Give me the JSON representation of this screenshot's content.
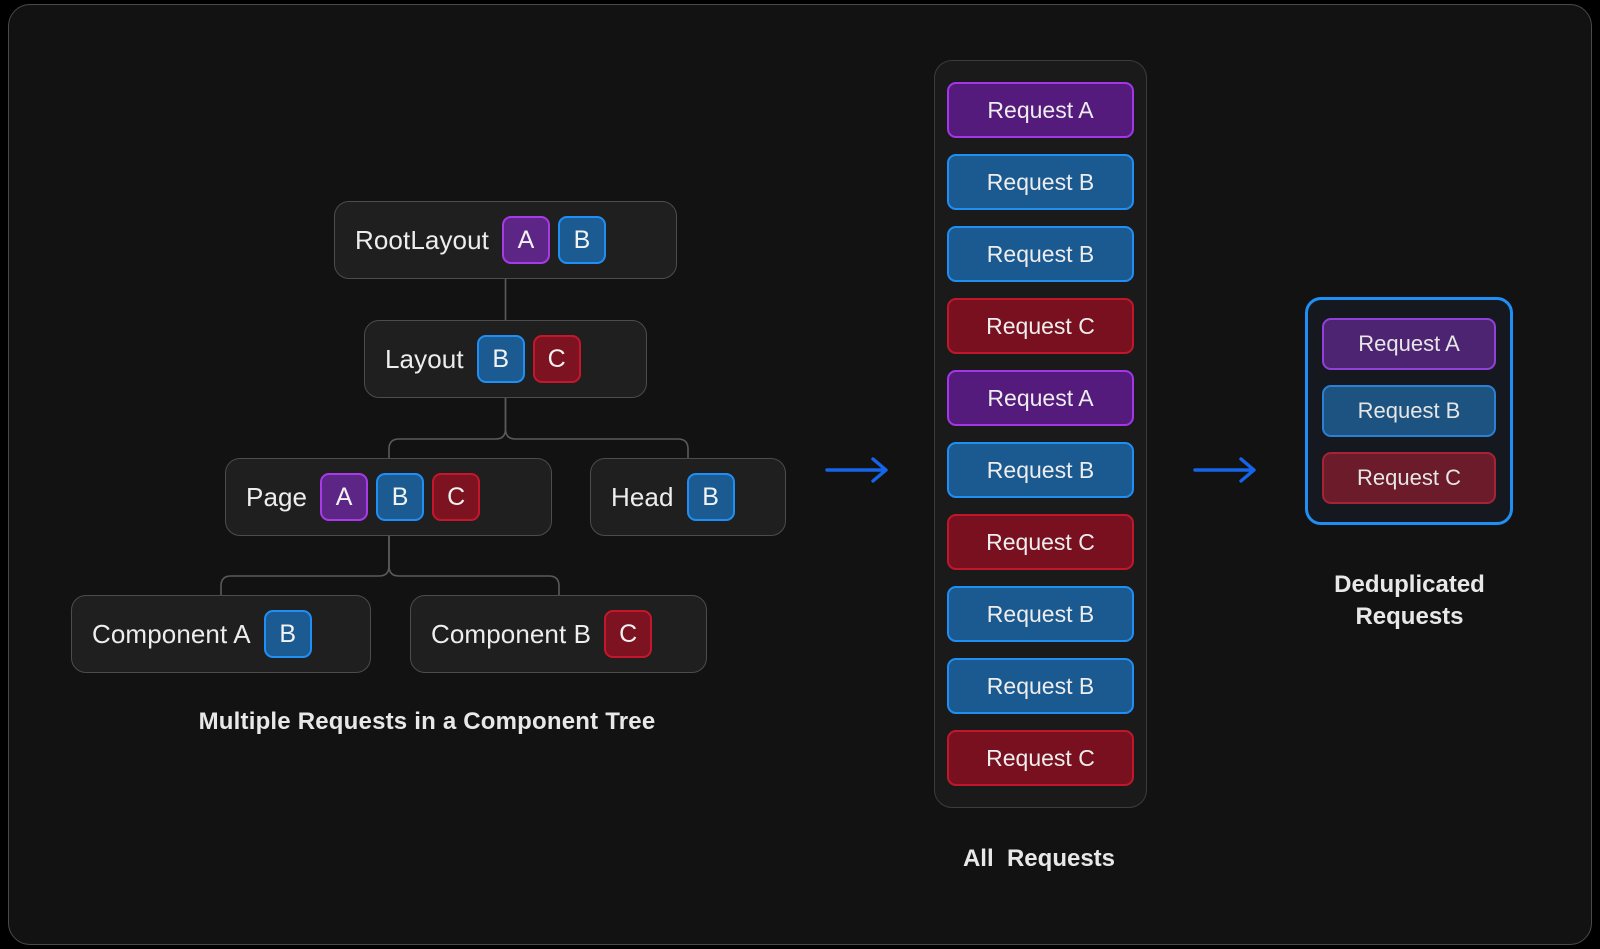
{
  "diagram": {
    "tree": {
      "caption": "Multiple Requests in a Component Tree",
      "nodes": [
        {
          "id": "rootlayout",
          "label": "RootLayout",
          "badges": [
            "A",
            "B"
          ]
        },
        {
          "id": "layout",
          "label": "Layout",
          "badges": [
            "B",
            "C"
          ]
        },
        {
          "id": "page",
          "label": "Page",
          "badges": [
            "A",
            "B",
            "C"
          ]
        },
        {
          "id": "head",
          "label": "Head",
          "badges": [
            "B"
          ]
        },
        {
          "id": "componenta",
          "label": "Component A",
          "badges": [
            "B"
          ]
        },
        {
          "id": "componentb",
          "label": "Component B",
          "badges": [
            "C"
          ]
        }
      ]
    },
    "arrows": [
      {
        "id": "arrow-1",
        "name": "arrow-right-icon"
      },
      {
        "id": "arrow-2",
        "name": "arrow-right-icon"
      }
    ],
    "all_requests": {
      "caption": "All  Requests",
      "items": [
        {
          "label": "Request A",
          "kind": "a"
        },
        {
          "label": "Request B",
          "kind": "b"
        },
        {
          "label": "Request B",
          "kind": "b"
        },
        {
          "label": "Request C",
          "kind": "c"
        },
        {
          "label": "Request A",
          "kind": "a"
        },
        {
          "label": "Request B",
          "kind": "b"
        },
        {
          "label": "Request C",
          "kind": "c"
        },
        {
          "label": "Request B",
          "kind": "b"
        },
        {
          "label": "Request B",
          "kind": "b"
        },
        {
          "label": "Request C",
          "kind": "c"
        }
      ]
    },
    "deduplicated": {
      "caption_line1": "Deduplicated",
      "caption_line2": "Requests",
      "items": [
        {
          "label": "Request A",
          "kind": "a"
        },
        {
          "label": "Request B",
          "kind": "b"
        },
        {
          "label": "Request C",
          "kind": "c"
        }
      ]
    },
    "colors": {
      "background": "#121212",
      "frame_border": "#4a4a4a",
      "node_bg": "#1f1f1f",
      "node_border": "#4c4c4c",
      "connector": "#5a5a5a",
      "accent_blue": "#1f8ff5",
      "arrow_blue": "#1565e8",
      "badge_a_fill": "#5d2585",
      "badge_a_border": "#a93ae8",
      "badge_b_fill": "#1c5b91",
      "badge_b_border": "#1f8ff5",
      "badge_c_fill": "#7d1320",
      "badge_c_border": "#c5172c",
      "text": "#ededed"
    }
  }
}
